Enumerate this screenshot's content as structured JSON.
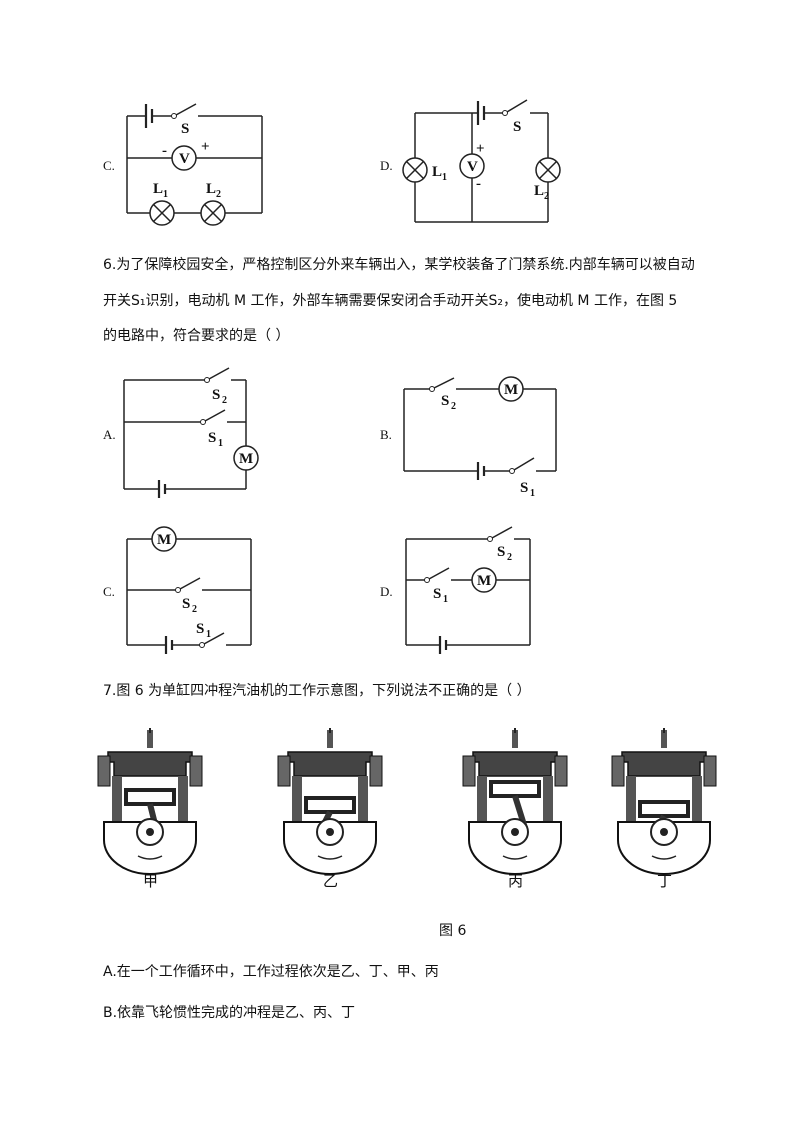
{
  "q5": {
    "options": {
      "c": "C.",
      "d": "D."
    },
    "labels": {
      "s": "S",
      "v": "V",
      "plus": "+",
      "minus": "-",
      "l": "L",
      "sub1": "1",
      "sub2": "2"
    }
  },
  "q6": {
    "line1": "6.为了保障校园安全，严格控制区分外来车辆出入，某学校装备了门禁系统.内部车辆可以被自动",
    "line2": "开关S₁识别，电动机 M 工作，外部车辆需要保安闭合手动开关S₂，使电动机 M 工作，在图 5",
    "line3": "的电路中，符合要求的是（        ）",
    "options": {
      "a": "A.",
      "b": "B.",
      "c": "C.",
      "d": "D."
    },
    "labels": {
      "m": "M",
      "s": "S",
      "sub1": "1",
      "sub2": "2"
    }
  },
  "q7": {
    "stem": "7.图 6 为单缸四冲程汽油机的工作示意图，下列说法不正确的是（        ）",
    "engines": [
      "甲",
      "乙",
      "丙",
      "丁"
    ],
    "figure_caption": "图 6",
    "option_a": "A.在一个工作循环中，工作过程依次是乙、丁、甲、丙",
    "option_b": "B.依靠飞轮惯性完成的冲程是乙、丙、丁"
  }
}
